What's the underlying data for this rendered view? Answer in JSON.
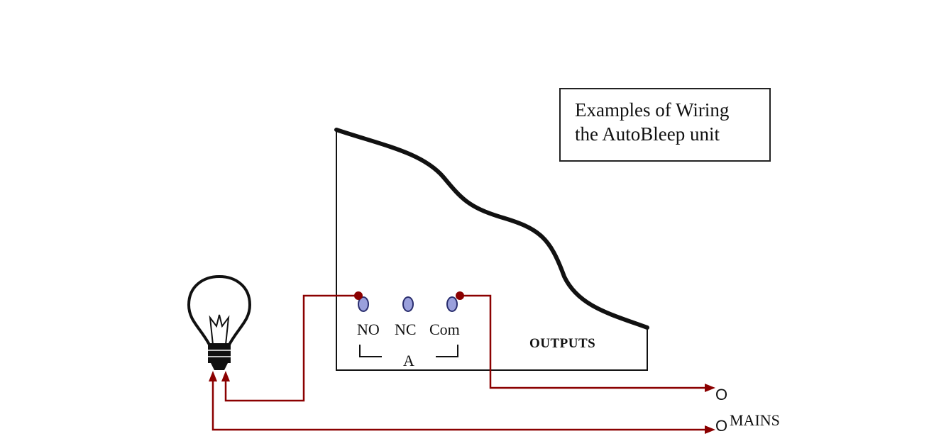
{
  "title": {
    "line1": "Examples of Wiring",
    "line2": "the AutoBleep unit"
  },
  "unit": {
    "terminals": [
      "NO",
      "NC",
      "Com"
    ],
    "group_label": "A",
    "outputs_label": "OUTPUTS"
  },
  "mains": {
    "terminal_top": "O",
    "terminal_bottom": "O",
    "label": "MAINS"
  },
  "colors": {
    "wire": "#8b0000",
    "outline": "#111111",
    "terminal_fill": "#9aa0dc",
    "terminal_stroke": "#2a2e6e"
  }
}
